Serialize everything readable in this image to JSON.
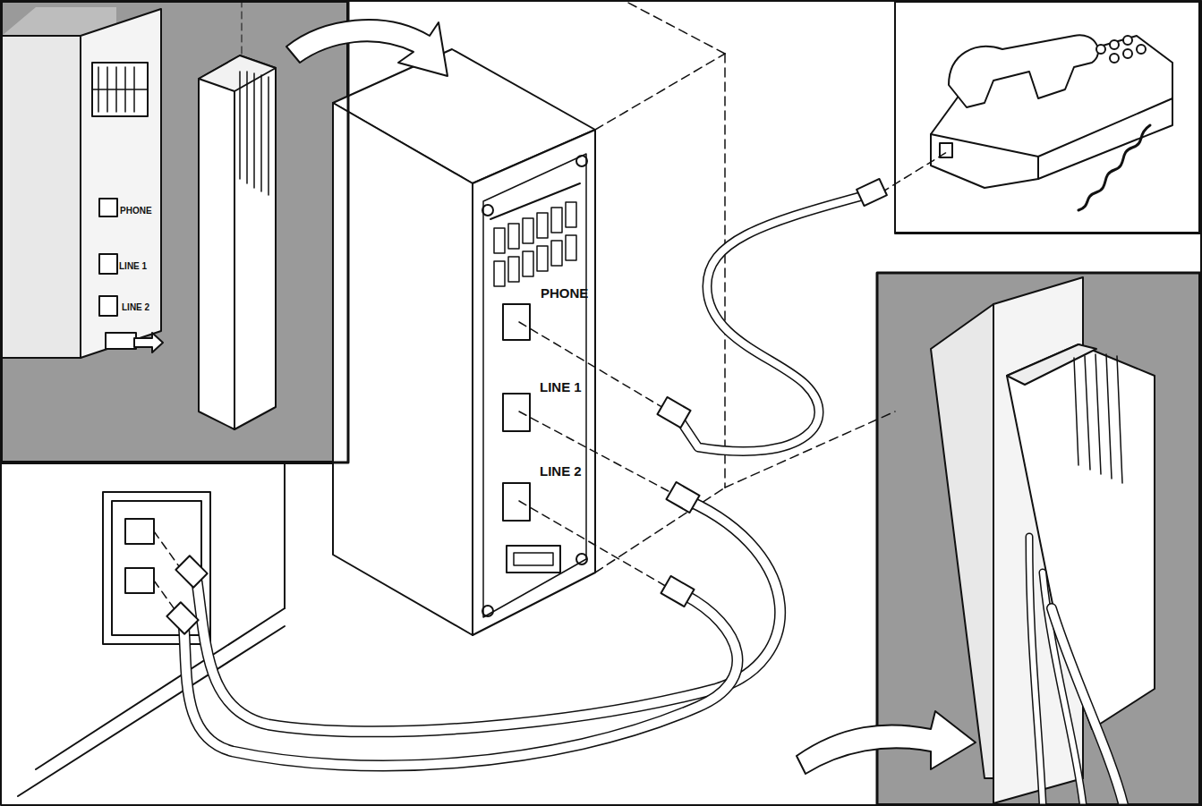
{
  "diagram": {
    "labels": [
      "PHONE",
      "LINE 1",
      "LINE 2",
      "PHONE",
      "LINE 1",
      "LINE 2"
    ]
  }
}
